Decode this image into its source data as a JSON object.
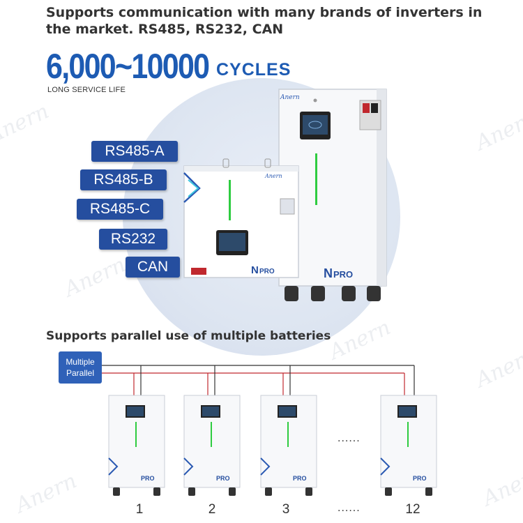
{
  "headline": "Supports communication with many brands of inverters in the market. RS485, RS232, CAN",
  "cycles": {
    "number": "6,000~10000",
    "unit": "CYCLES",
    "subtitle": "LONG SERVICE LIFE"
  },
  "protocols": [
    "RS485-A",
    "RS485-B",
    "RS485-C",
    "RS232",
    "CAN"
  ],
  "brand": "Anern",
  "product_label": {
    "n": "N",
    "pro": "PRO"
  },
  "parallel": {
    "title": "Supports parallel use of multiple batteries",
    "box_label_1": "Multiple",
    "box_label_2": "Parallel",
    "units": [
      "1",
      "2",
      "3",
      "12"
    ],
    "ellipsis": "......"
  },
  "colors": {
    "brand_blue": "#254e9f",
    "cycles_blue": "#1d5bb3",
    "wire_red": "#c0282e",
    "led_green": "#2ecc40"
  }
}
